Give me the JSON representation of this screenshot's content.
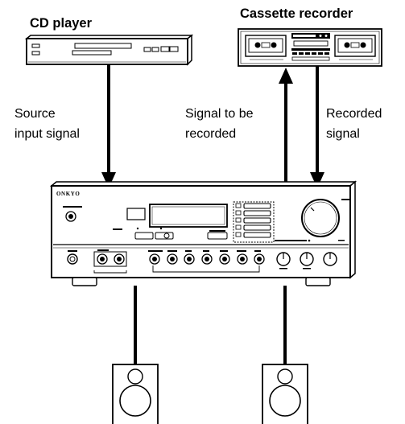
{
  "devices": {
    "cd_player": {
      "name": "CD player"
    },
    "cassette_recorder": {
      "name": "Cassette recorder"
    },
    "receiver": {
      "brand": "ONKYO"
    }
  },
  "connections": {
    "source": {
      "label_line1": "Source",
      "label_line2": "input signal"
    },
    "to_record": {
      "label_line1": "Signal to be",
      "label_line2": "recorded"
    },
    "recorded": {
      "label_line1": "Recorded",
      "label_line2": "signal"
    }
  }
}
